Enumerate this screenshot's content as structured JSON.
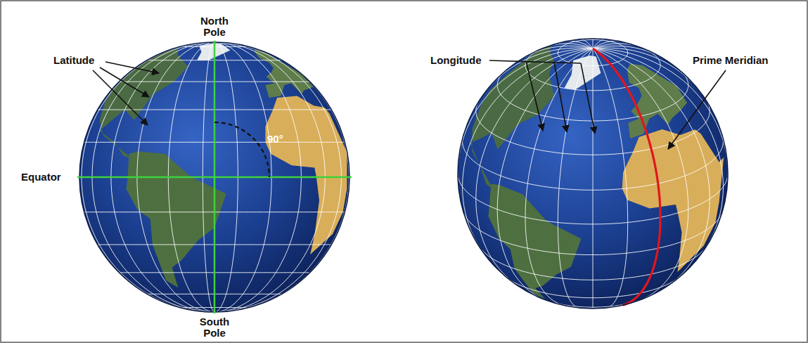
{
  "diagram": {
    "labels": [
      "Latitude",
      "North Pole",
      "90°",
      "Equator",
      "South Pole",
      "Longitude",
      "Prime Meridian"
    ]
  }
}
